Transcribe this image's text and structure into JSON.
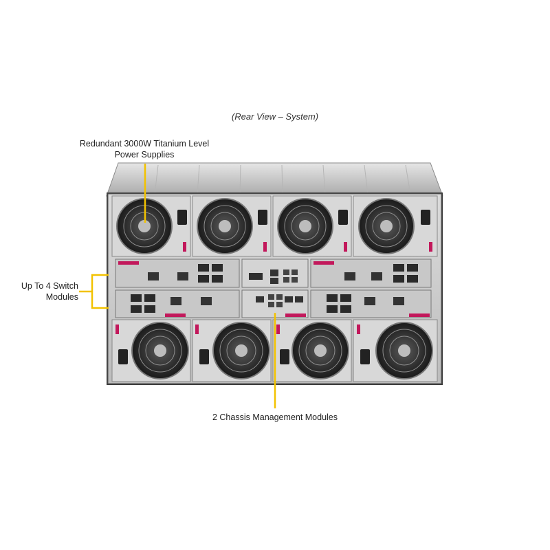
{
  "caption": "(Rear View – System)",
  "callouts": {
    "power_supplies": {
      "line1": "Redundant 3000W Titanium Level",
      "line2": "Power Supplies"
    },
    "switch_modules": {
      "line1": "Up To 4 Switch",
      "line2": "Modules"
    },
    "management_modules": {
      "text": "2 Chassis Management Modules"
    }
  },
  "colors": {
    "callout_line": "#f2c200",
    "chassis": "#c9c9c9",
    "latch": "#c2185b"
  }
}
